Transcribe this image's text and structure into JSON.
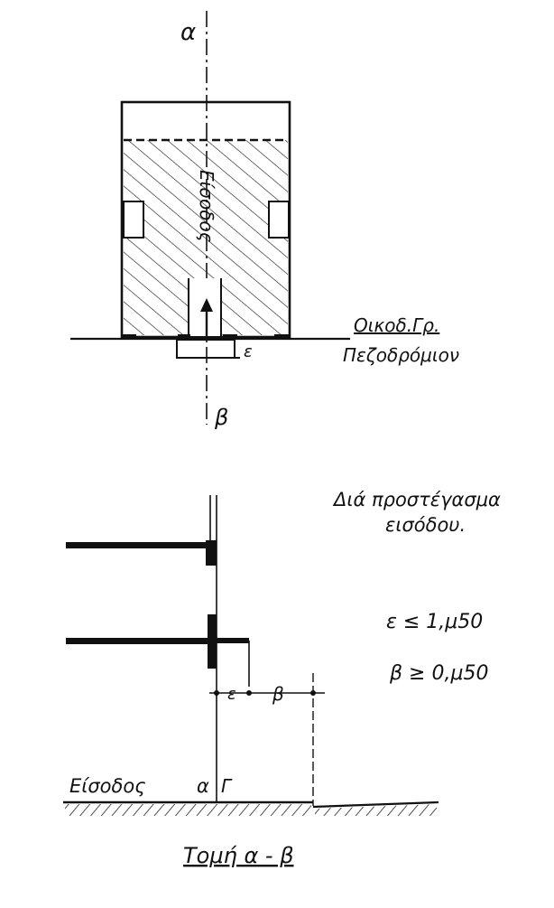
{
  "labels": {
    "axis_top": "α",
    "axis_bottom": "β",
    "entrance_vertical": "Είσοδος",
    "building_line": "Οικοδ.Γρ.",
    "sidewalk": "Πεζοδρόμιον",
    "epsilon_plan": "ε",
    "caption_line1": "Διά προστέγασμα",
    "caption_line2": "εισόδου.",
    "rule_epsilon": "ε ≤ 1,μ50",
    "rule_beta": "β ≥ 0,μ50",
    "dim_epsilon": "ε",
    "dim_beta": "β",
    "entrance_section": "Είσοδος",
    "alpha_section": "α",
    "gamma_section": "Γ",
    "section_title": "Τομή α - β"
  }
}
